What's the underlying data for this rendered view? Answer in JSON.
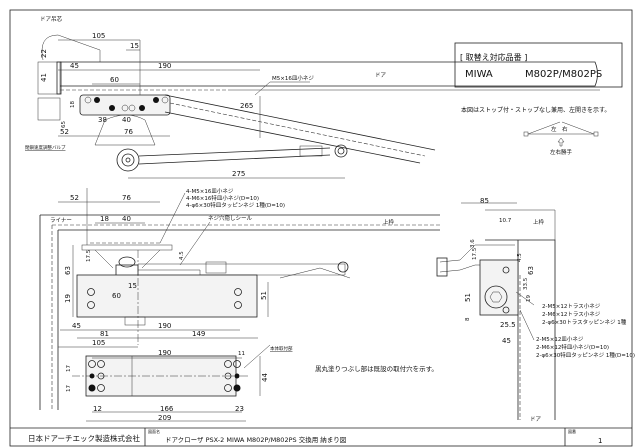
{
  "spec_box": {
    "heading": "[ 取替え対応品番 ]",
    "maker": "MIWA",
    "model": "M802P/M802PS"
  },
  "notes": {
    "applicability": "本図はストップ付・ストップなし兼用、左開きを示す。",
    "hand_left": "左",
    "hand_right": "右",
    "hand_label": "左右勝手",
    "existing_holes": "黒丸塗りつぶし部は既設の取付穴を示す。"
  },
  "top_view": {
    "door_pivot": "ドア吊芯",
    "door": "ドア",
    "screw": "M5×16皿小ネジ",
    "valve": "閉鎖速度調整バルブ",
    "dims": {
      "d105": "105",
      "d15": "15",
      "d45": "45",
      "d190": "190",
      "d60": "60",
      "d41": "41",
      "d22": "22",
      "d18": "18",
      "d38": "38",
      "d40": "40",
      "d52": "52",
      "d76": "76",
      "d65": "65",
      "d265": "265",
      "d275": "275"
    }
  },
  "front_view": {
    "screws": [
      "4-M5×16皿小ネジ",
      "4-M6×16特皿小ネジ(D=10)",
      "4-φ6×30特皿タッピンネジ 1種(D=10)"
    ],
    "liner": "ライナー",
    "seal": "ネジ穴隠しシール",
    "frame": "上枠",
    "dims": {
      "d52": "52",
      "d76": "76",
      "d18": "18",
      "d40": "40",
      "d17_5": "17.5",
      "d63": "63",
      "d19": "19",
      "d15": "15",
      "d60": "60",
      "d4_5": "4.5",
      "d51": "51",
      "d45": "45",
      "d81": "81",
      "d190": "190",
      "d149": "149",
      "d105": "105"
    }
  },
  "bottom_view": {
    "mount": "本体取付部",
    "dims": {
      "d190": "190",
      "d11": "11",
      "d44": "44",
      "d17a": "17",
      "d17b": "17",
      "d12": "12",
      "d166": "166",
      "d23": "23",
      "d209": "209"
    }
  },
  "side_view": {
    "frame": "上枠",
    "door": "ドア",
    "screws_a": [
      "2-M5×12トラス小ネジ",
      "2-M6×12トラス小ネジ",
      "2-φ6×30トラスタッピンネジ 1種"
    ],
    "screws_b": [
      "2-M5×12皿小ネジ",
      "2-M6×12特皿小ネジ(D=10)",
      "2-φ6×30特皿タッピンネジ 1種(D=10)"
    ],
    "dims": {
      "d85": "85",
      "d10_7": "10.7",
      "d3_6": "3.6",
      "d17_5": "17.5",
      "d4_5": "4.5",
      "d63": "63",
      "d33_5": "33.5",
      "d51": "51",
      "d19": "19",
      "d8": "8",
      "d25_5": "25.5",
      "d45": "45"
    }
  },
  "title_block": {
    "company": "日本ドアーチエック製造株式会社",
    "name_label": "図面名",
    "title": "ドアクローザ PSX-2 MIWA M802P/M802PS 交換用 納まり図",
    "no_label": "図番",
    "number": "1"
  }
}
